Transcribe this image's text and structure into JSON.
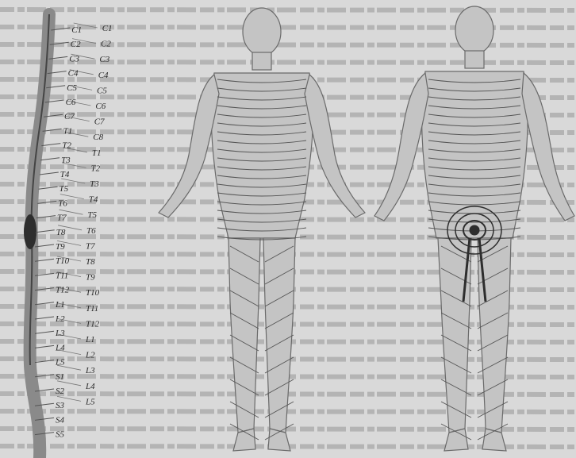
{
  "figure": {
    "spine_left_labels": [
      "C1",
      "C2",
      "C3",
      "C4",
      "C5",
      "C6",
      "C7",
      "T1",
      "T2",
      "T3",
      "T4",
      "T5",
      "T6",
      "T7",
      "T8",
      "T9",
      "T10",
      "T11",
      "T12",
      "L1",
      "L2",
      "L3",
      "L4",
      "L5",
      "S1",
      "S2",
      "S3",
      "S4",
      "S5"
    ],
    "spine_right_labels": [
      "C1",
      "C2",
      "C3",
      "C4",
      "C5",
      "C6",
      "C7",
      "C8",
      "T1",
      "T2",
      "T3",
      "T4",
      "T5",
      "T6",
      "T7",
      "T8",
      "T9",
      "T10",
      "T11",
      "T12",
      "L1",
      "L2",
      "L3",
      "L4",
      "L5"
    ],
    "colors": {
      "background": "#d9d9d9",
      "ink": "#2a2a2a",
      "body": "#c4c4c4",
      "dark": "#3a3a3a"
    }
  }
}
